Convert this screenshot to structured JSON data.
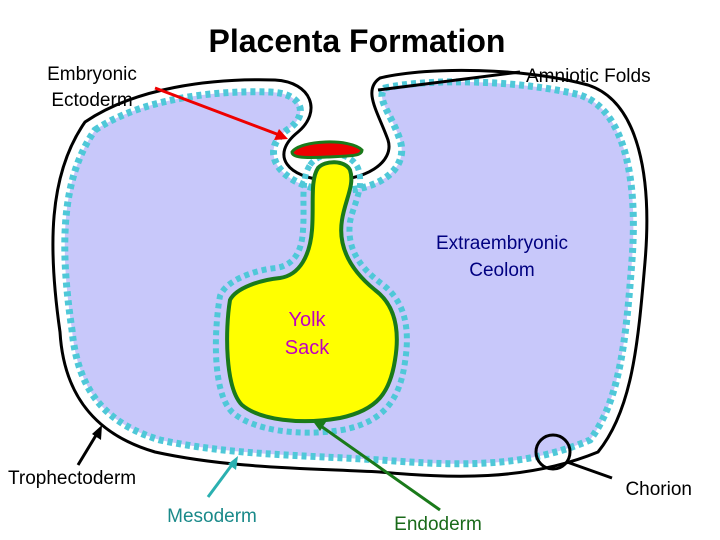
{
  "title": "Placenta Formation",
  "labels": {
    "embryonic_ectoderm_line1": "Embryonic",
    "embryonic_ectoderm_line2": "Ectoderm",
    "amniotic_folds": "Amniotic Folds",
    "extraembryonic_line1": "Extraembryonic",
    "extraembryonic_line2": "Ceolom",
    "yolk_line1": "Yolk",
    "yolk_line2": "Sack",
    "trophectoderm": "Trophectoderm",
    "chorion": "Chorion",
    "mesoderm": "Mesoderm",
    "endoderm": "Endoderm"
  },
  "colors": {
    "title": "#000000",
    "cavity_fill": "#c8c8fa",
    "mesoderm_dots": "#4fc8d8",
    "trophectoderm_line": "#000000",
    "yolk_fill": "#ffff00",
    "endoderm_line": "#1a7a1a",
    "embryonic_ectoderm": "#ee0000",
    "arrow_ectoderm": "#ee0000",
    "arrow_endoderm": "#1a7a1a",
    "arrow_mesoderm": "#2ab0b0",
    "label_extraembryonic": "#000080",
    "label_yolk": "#c000c0",
    "label_mesoderm": "#1a8a8a",
    "label_endoderm": "#1a6a1a",
    "label_default": "#000000"
  }
}
